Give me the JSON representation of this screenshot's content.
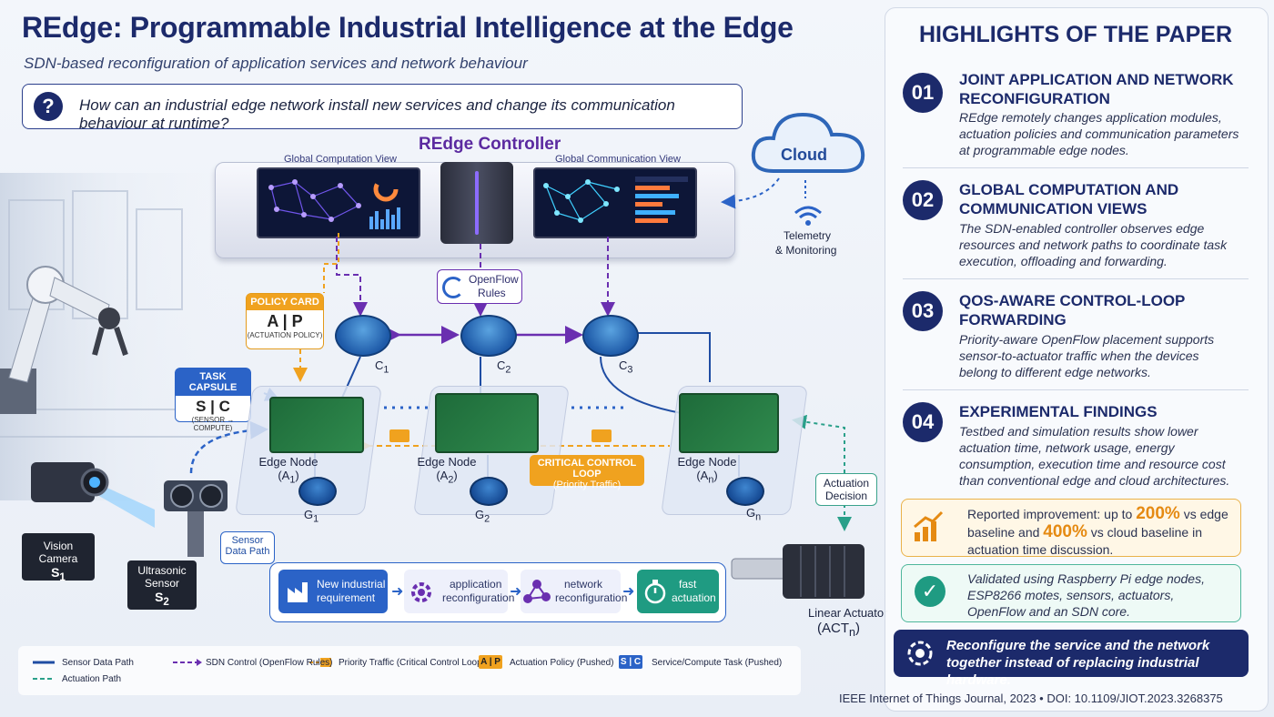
{
  "header": {
    "title": "REdge: Programmable Industrial Intelligence at the Edge",
    "subtitle": "SDN-based reconfiguration of application services and network behaviour",
    "question": "How can an industrial edge network install new services and change its communication behaviour at runtime?",
    "question_mark": "?"
  },
  "controller": {
    "title": "REdge Controller",
    "global_computation_view": "Global Computation View",
    "global_communication_view": "Global Communication View"
  },
  "cloud": {
    "label": "Cloud",
    "telemetry_1": "Telemetry",
    "telemetry_2": "& Monitoring"
  },
  "openflow": {
    "line1": "OpenFlow",
    "line2": "Rules"
  },
  "policy_card": {
    "head": "POLICY CARD",
    "body": "A | P",
    "sub": "(ACTUATION POLICY)"
  },
  "task_capsule": {
    "head": "TASK CAPSULE",
    "body": "S | C",
    "sub": "(SENSOR → COMPUTE)"
  },
  "switches": {
    "c1": "C",
    "c1_sub": "1",
    "c2": "C",
    "c2_sub": "2",
    "c3": "C",
    "c3_sub": "3"
  },
  "nodes": [
    {
      "label": "Edge Node",
      "id": "(A",
      "sub": "1",
      "close": ")",
      "gw": "G",
      "gw_sub": "1"
    },
    {
      "label": "Edge Node",
      "id": "(A",
      "sub": "2",
      "close": ")",
      "gw": "G",
      "gw_sub": "2"
    },
    {
      "label": "Edge Node",
      "id": "(A",
      "sub": "n",
      "close": ")",
      "gw": "G",
      "gw_sub": "n"
    }
  ],
  "critical_loop": {
    "line1": "CRITICAL CONTROL LOOP",
    "line2": "(Priority Traffic)"
  },
  "actuation_decision": {
    "line1": "Actuation",
    "line2": "Decision"
  },
  "sensor_path": {
    "line1": "Sensor",
    "line2": "Data Path"
  },
  "devices": {
    "camera_1": "Vision",
    "camera_2": "Camera",
    "camera_id": "S",
    "camera_sub": "1",
    "ultrasonic_1": "Ultrasonic",
    "ultrasonic_2": "Sensor",
    "ultrasonic_id": "S",
    "ultrasonic_sub": "2",
    "actuator_1": "Linear Actuator",
    "actuator_id": "(ACT",
    "actuator_sub": "n",
    "actuator_close": ")"
  },
  "flow": [
    {
      "line1": "New industrial",
      "line2": "requirement"
    },
    {
      "line1": "application",
      "line2": "reconfiguration"
    },
    {
      "line1": "network",
      "line2": "reconfiguration"
    },
    {
      "line1": "fast",
      "line2": "actuation"
    }
  ],
  "legend": {
    "sensor": "Sensor Data Path",
    "sdn": "SDN Control (OpenFlow Rules)",
    "priority": "Priority Traffic (Critical Control Loop)",
    "ap_badge": "A | P",
    "ap": "Actuation Policy (Pushed)",
    "sc_badge": "S | C",
    "sc": "Service/Compute Task (Pushed)",
    "actuation": "Actuation Path"
  },
  "highlights": {
    "title": "HIGHLIGHTS OF THE PAPER",
    "items": [
      {
        "num": "01",
        "head1": "JOINT APPLICATION AND NETWORK",
        "head2": "RECONFIGURATION",
        "t1": "REdge remotely changes application modules,",
        "t2": "actuation policies and communication parameters",
        "t3": "at programmable edge nodes.",
        "t4": ""
      },
      {
        "num": "02",
        "head1": "GLOBAL COMPUTATION AND",
        "head2": "COMMUNICATION VIEWS",
        "t1": "The SDN-enabled controller observes edge",
        "t2": "resources and network paths to coordinate task",
        "t3": "execution, offloading and forwarding.",
        "t4": ""
      },
      {
        "num": "03",
        "head1": "QOS-AWARE CONTROL-LOOP",
        "head2": "FORWARDING",
        "t1": "Priority-aware OpenFlow placement supports",
        "t2": "sensor-to-actuator traffic when the devices",
        "t3": "belong to different edge networks.",
        "t4": ""
      },
      {
        "num": "04",
        "head1": "EXPERIMENTAL FINDINGS",
        "head2": "",
        "t1": "Testbed and simulation results show lower",
        "t2": "actuation time, network usage, energy",
        "t3": "consumption, execution time and resource cost",
        "t4": "than conventional edge and cloud architectures."
      }
    ],
    "improvement": {
      "p1": "Reported improvement: up to ",
      "v1": "200%",
      "p2": " vs edge",
      "p3": "baseline and ",
      "v2": "400%",
      "p4": " vs cloud baseline in",
      "p5": "actuation time discussion."
    },
    "validated": {
      "l1": "Validated using Raspberry Pi edge nodes,",
      "l2": "ESP8266 motes, sensors, actuators,",
      "l3": "OpenFlow and an SDN core."
    },
    "takeaway": {
      "l1": "Reconfigure the service and the network",
      "l2": "together instead of replacing industrial hardware."
    },
    "citation": "IEEE Internet of Things Journal, 2023   •   DOI:  10.1109/JIOT.2023.3268375"
  },
  "colors": {
    "navy": "#1c2a6b",
    "purple": "#6a2fb0",
    "orange": "#f0a21f",
    "blue": "#2b63c7",
    "teal": "#2aa08a"
  }
}
